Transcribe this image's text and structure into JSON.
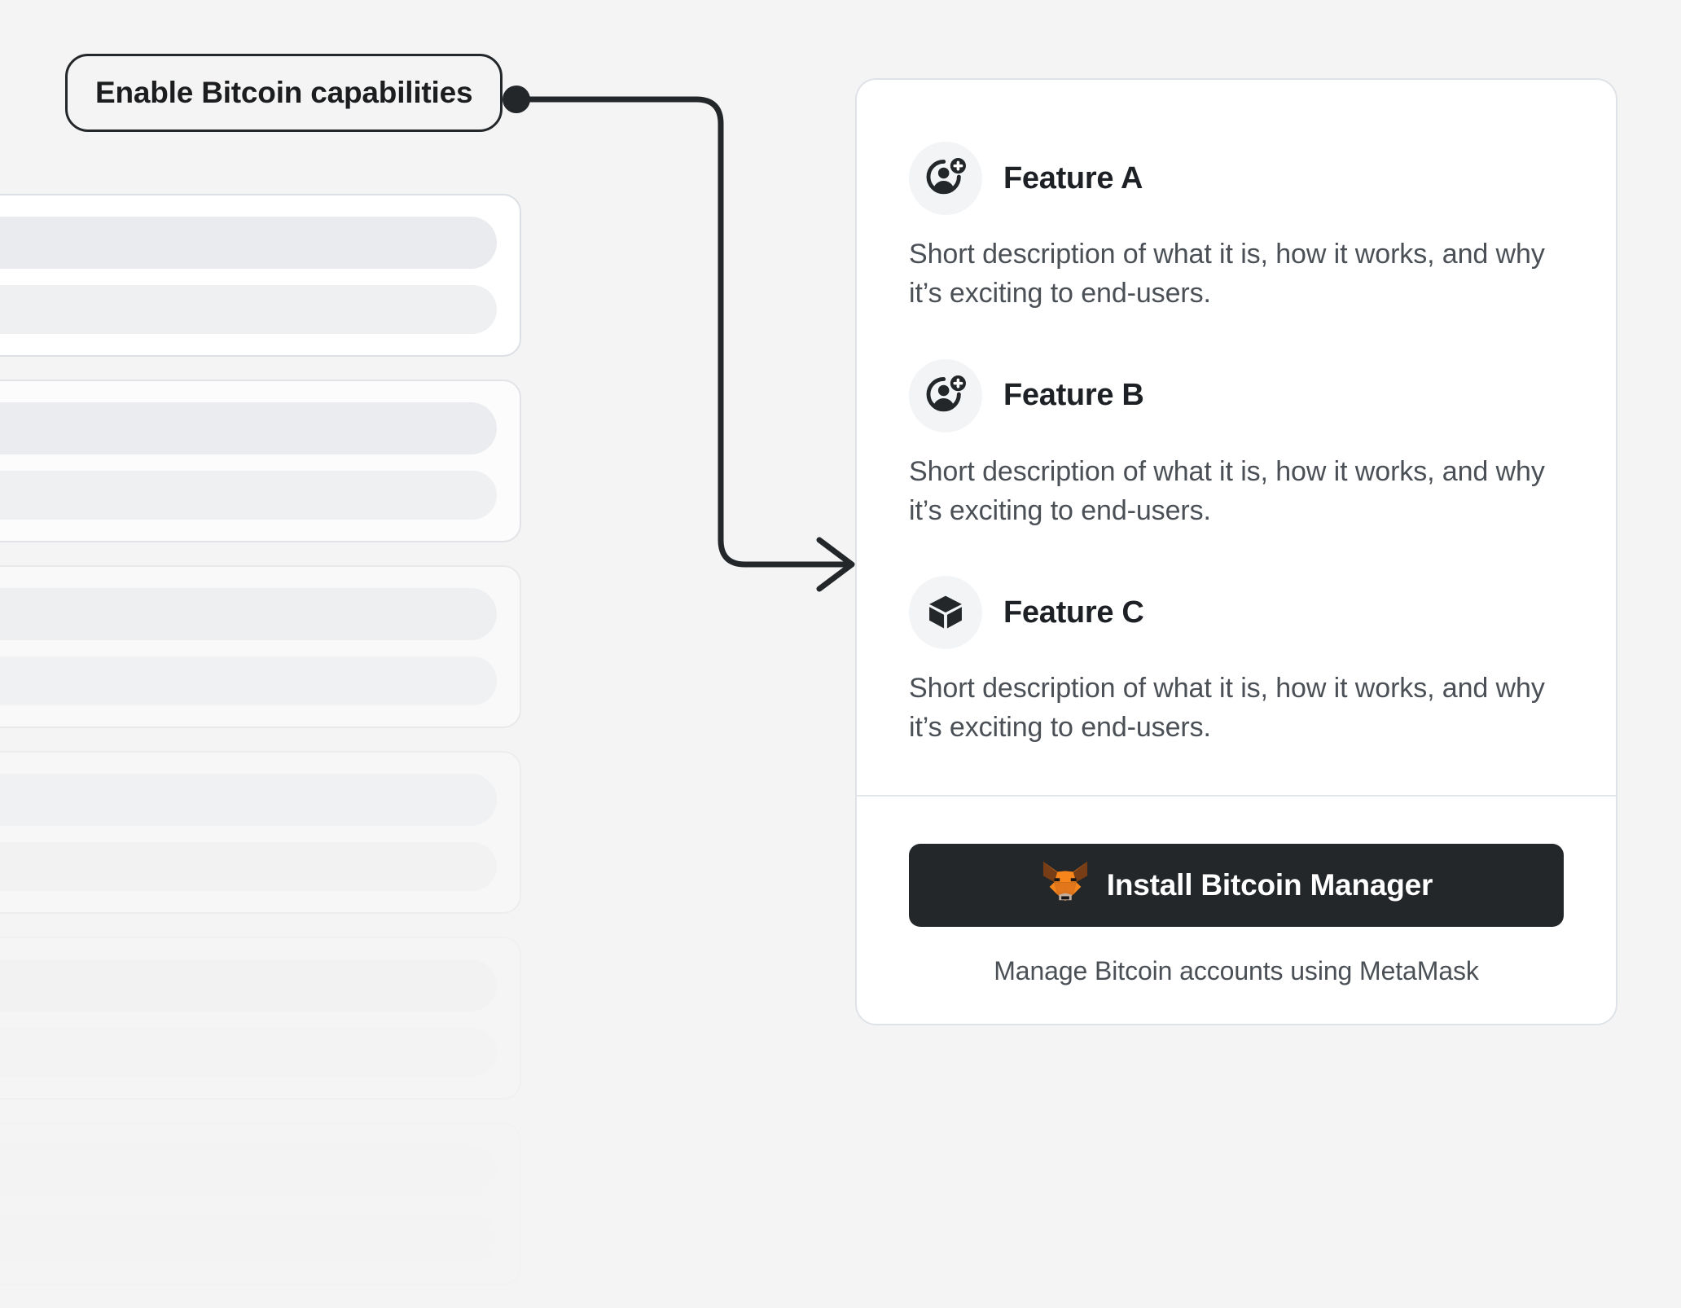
{
  "colors": {
    "page_background": "#f4f4f4",
    "card_background": "#ffffff",
    "card_border": "#dfe2e6",
    "ink": "#24272a",
    "muted_text": "#4a5056",
    "icon_badge_background": "#f2f4f6",
    "button_background": "#24272a",
    "button_text": "#ffffff",
    "connector_stroke": "#24272a",
    "skeleton_bar": "#e9ebee",
    "metamask_orange": "#e2761b",
    "metamask_orange_light": "#f6851b",
    "metamask_ear_dark": "#763d16",
    "metamask_snout": "#c0ad9e"
  },
  "callout": {
    "label": "Enable Bitcoin capabilities",
    "connector": {
      "start_dot_icon": "connector-dot-icon",
      "arrow_icon": "arrow-right-icon"
    }
  },
  "skeleton": {
    "card_count": 6,
    "bars_per_card": 2
  },
  "panel": {
    "features": [
      {
        "icon": "user-add-icon",
        "title": "Feature A",
        "description": "Short description of what it is, how it works, and why it’s exciting to end-users."
      },
      {
        "icon": "user-add-icon",
        "title": "Feature B",
        "description": "Short description of what it is, how it works, and why it’s exciting to end-users."
      },
      {
        "icon": "cube-icon",
        "title": "Feature C",
        "description": "Short description of what it is, how it works, and why it’s exciting to end-users."
      }
    ],
    "footer": {
      "install_button_icon": "metamask-fox-icon",
      "install_button_label": "Install Bitcoin Manager",
      "caption": "Manage Bitcoin accounts using MetaMask"
    }
  }
}
